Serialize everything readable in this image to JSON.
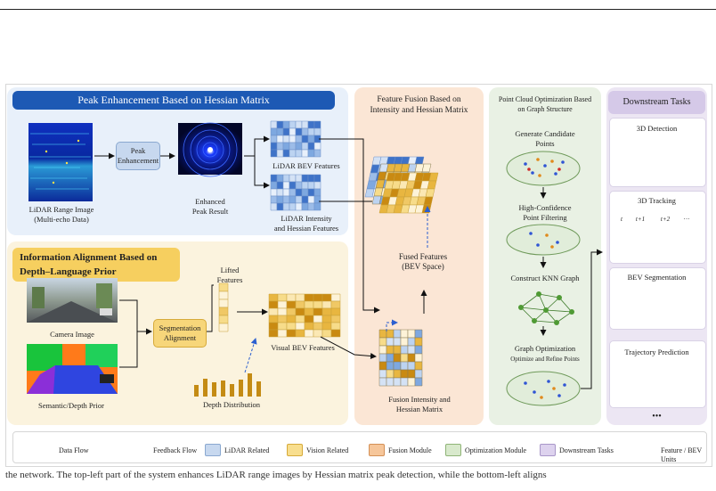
{
  "peak": {
    "header": "Peak Enhancement Based on Hessian Matrix",
    "range_image": "LiDAR Range Image\n(Multi-echo Data)",
    "peak_box": "Peak\nEnhancement",
    "enhanced": "Enhanced\nPeak Result",
    "lidar_bev": "LiDAR BEV Features",
    "lidar_intensity": "LiDAR Intensity\nand Hessian Features"
  },
  "align": {
    "header": "Information Alignment Based on\nDepth–Language Prior",
    "camera": "Camera Image",
    "semantic": "Semantic/Depth Prior",
    "seg_box": "Segmentation\nAlignment",
    "lifted": "Lifted\nFeatures",
    "visual_bev": "Visual BEV Features",
    "depth": "Depth Distribution"
  },
  "fusion": {
    "header": "Feature Fusion Based on\nIntensity and Hessian Matrix",
    "fused": "Fused Features\n(BEV Space)",
    "fusion_matrix": "Fusion Intensity and\nHessian Matrix"
  },
  "opt": {
    "header": "Point Cloud Optimization Based\non Graph Structure",
    "step1": "Generate Candidate\nPoints",
    "step2": "High-Confidence\nPoint Filtering",
    "step3": "Construct KNN Graph",
    "step4": "Graph Optimization",
    "step4_sub": "Optimize and Refine Points"
  },
  "down": {
    "header": "Downstream Tasks",
    "det": "3D Detection",
    "track": "3D Tracking",
    "track_t": "t",
    "track_t1": "t+1",
    "track_t2": "t+2",
    "track_more": "···",
    "seg": "BEV Segmentation",
    "traj": "Trajectory Prediction",
    "more": "•••"
  },
  "legend": {
    "data_flow": "Data Flow",
    "feedback_flow": "Feedback Flow",
    "lidar": "LiDAR Related",
    "vision": "Vision Related",
    "fusion": "Fusion Module",
    "optimization": "Optimization Module",
    "downstream": "Downstream Tasks",
    "units": "Feature / BEV Units"
  },
  "caption": "the network. The top-left part of the system enhances LiDAR range images by Hessian matrix peak detection, while the bottom-left aligns",
  "colors": {
    "lidar_blue": "#1d59b4",
    "vision_yellow": "#f6cf5f",
    "fusion_orange": "#fbe6d5",
    "opt_green": "#e9f1e4",
    "down_purple": "#ece6f3"
  }
}
